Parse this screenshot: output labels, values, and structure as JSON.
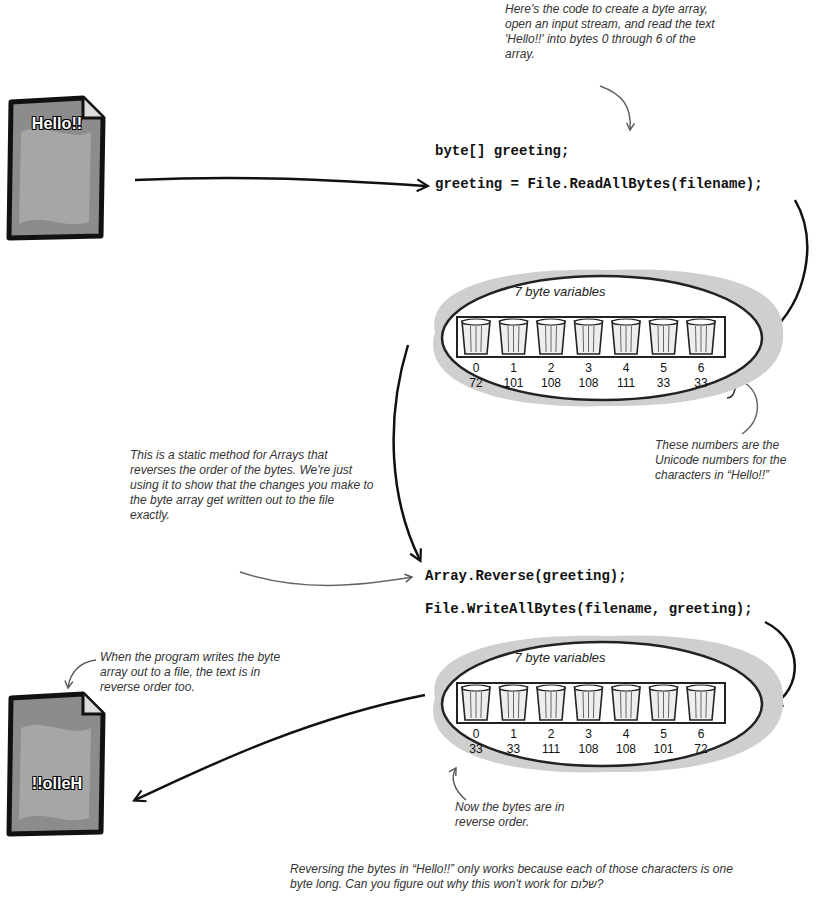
{
  "diagram": {
    "nodes": [
      {
        "text": [
          "Hello!!"
        ]
      },
      {
        "text": [
          "7 byte variables",
          "0",
          "1",
          "2",
          "3",
          "4",
          "5",
          "6",
          "72",
          "101",
          "108",
          "108",
          "111",
          "33",
          "33"
        ]
      },
      {
        "text": [
          "7 byte variables",
          "0",
          "1",
          "2",
          "3",
          "4",
          "5",
          "6",
          "33",
          "33",
          "111",
          "108",
          "108",
          "101",
          "72"
        ]
      },
      {
        "text": [
          "!!olleH"
        ]
      }
    ],
    "labels": [
      "Here's the code to create a byte array, open an input stream, and read the text 'Hello!!' into bytes 0 through 6 of the array.",
      "byte[] greeting;",
      "greeting = File.ReadAllBytes(filename);",
      "These numbers are the Unicode numbers for the characters in “Hello!!”",
      "This is a static method for Arrays that reverses the order of the bytes. We're just using it to show that the changes you make to the byte array get written out to the file exactly.",
      "Array.Reverse(greeting);",
      "File.WriteAllBytes(filename, greeting);",
      "When the program writes the byte array out to a file, the text is in reverse order too.",
      "Now the bytes are in reverse order.",
      "Reversing the bytes in “Hello!!” only works because each of those characters is one byte long. Can you figure out why this won't work for שלום?"
    ]
  }
}
